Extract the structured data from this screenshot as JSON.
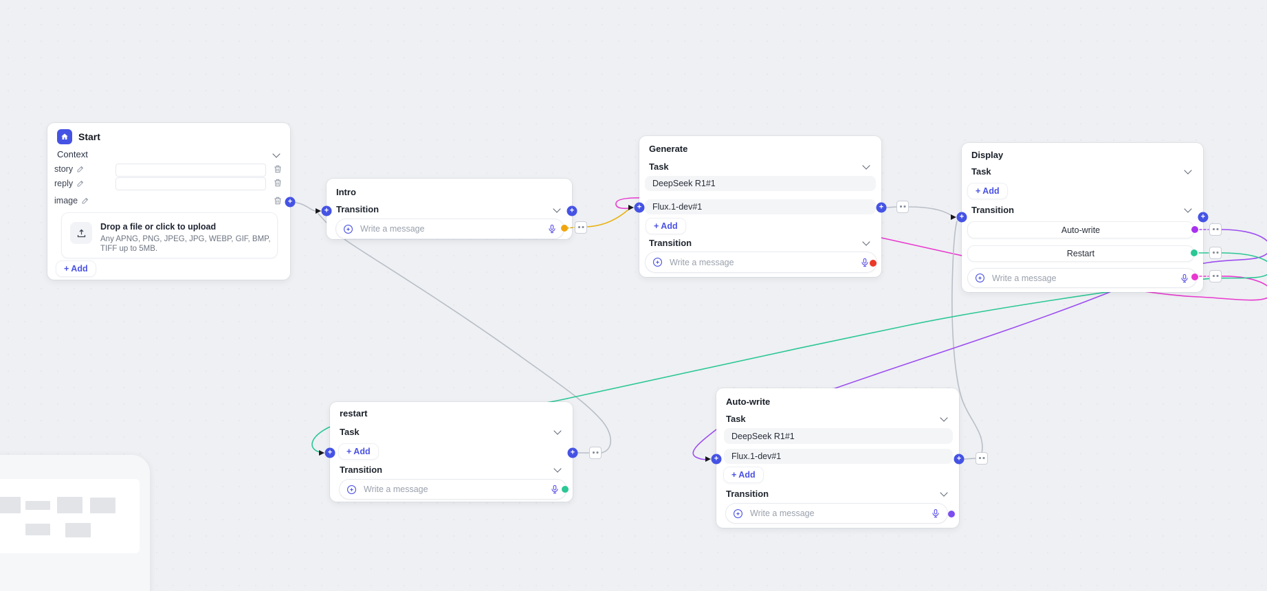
{
  "app": {
    "type": "ai-workflow-canvas"
  },
  "colors": {
    "canvas_bg": "#eef0f3",
    "node_bg": "#ffffff",
    "port_blue": "#4553e4",
    "accent_indigo": "#4a52e2",
    "wire_gray": "#b9bec7",
    "wire_amber": "#e9b10e",
    "wire_magenta": "#e838cf",
    "wire_purple": "#9d4cf0",
    "wire_green": "#2bc794",
    "dot_amber": "#f0a50f",
    "dot_red": "#ea3829",
    "dot_green": "#2bc794",
    "dot_magenta": "#e838cf",
    "dot_purple": "#a832ee",
    "dot_violet": "#7c4df0"
  },
  "nodes": {
    "start": {
      "title": "Start",
      "section_label": "Context",
      "fields": [
        {
          "label": "story"
        },
        {
          "label": "reply"
        },
        {
          "label": "image"
        }
      ],
      "upload": {
        "title": "Drop a file or click to upload",
        "subtitle": "Any APNG, PNG, JPEG, JPG, WEBP, GIF, BMP, TIFF up to 5MB."
      },
      "add_label": "+ Add"
    },
    "intro": {
      "title": "Intro",
      "transition_label": "Transition",
      "message_placeholder": "Write a message"
    },
    "generate": {
      "title": "Generate",
      "task_label": "Task",
      "tasks": [
        "DeepSeek R1#1",
        "Flux.1-dev#1"
      ],
      "add_label": "+ Add",
      "transition_label": "Transition",
      "message_placeholder": "Write a message"
    },
    "display": {
      "title": "Display",
      "task_label": "Task",
      "add_label": "+ Add",
      "transition_label": "Transition",
      "transitions": [
        "Auto-write",
        "Restart"
      ],
      "message_placeholder": "Write a message"
    },
    "restart": {
      "title": "restart",
      "task_label": "Task",
      "add_label": "+ Add",
      "transition_label": "Transition",
      "message_placeholder": "Write a message"
    },
    "autowrite": {
      "title": "Auto-write",
      "task_label": "Task",
      "tasks": [
        "DeepSeek R1#1",
        "Flux.1-dev#1"
      ],
      "add_label": "+ Add",
      "transition_label": "Transition",
      "message_placeholder": "Write a message"
    }
  }
}
